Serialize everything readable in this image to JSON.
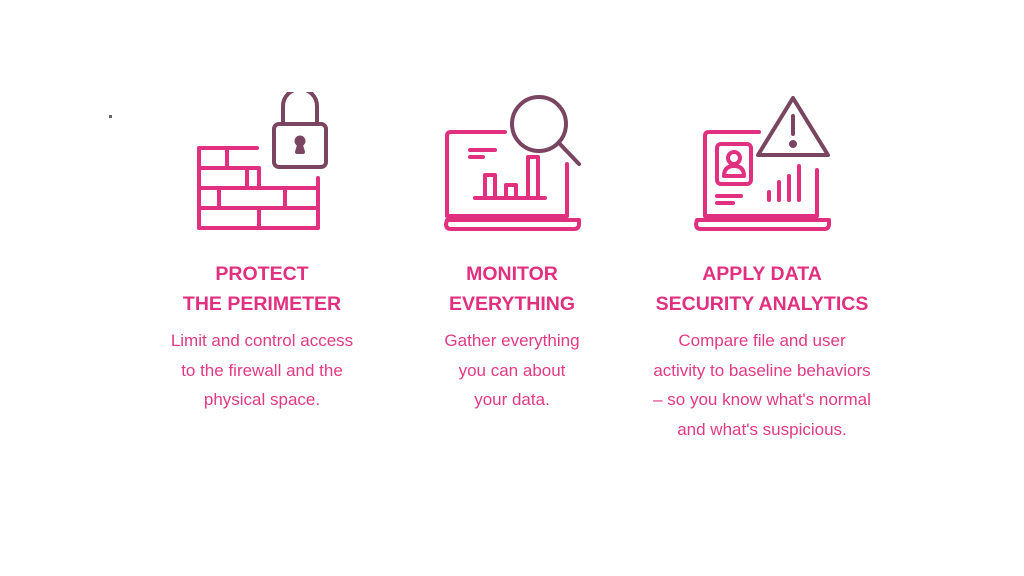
{
  "colors": {
    "accent": "#e0307f",
    "secondary": "#7a4560"
  },
  "features": [
    {
      "icon": "firewall-lock-icon",
      "title_lines": [
        "PROTECT",
        "THE PERIMETER"
      ],
      "body_lines": [
        "Limit and control access",
        "to the firewall and the",
        "physical space."
      ]
    },
    {
      "icon": "laptop-magnifier-icon",
      "title_lines": [
        "MONITOR",
        "EVERYTHING"
      ],
      "body_lines": [
        "Gather everything",
        "you can about",
        "your data."
      ]
    },
    {
      "icon": "laptop-warning-icon",
      "title_lines": [
        "APPLY DATA",
        "SECURITY ANALYTICS"
      ],
      "body_lines": [
        "Compare file and user",
        "activity to baseline behaviors",
        "– so you know what's normal",
        "and what's suspicious."
      ]
    }
  ]
}
